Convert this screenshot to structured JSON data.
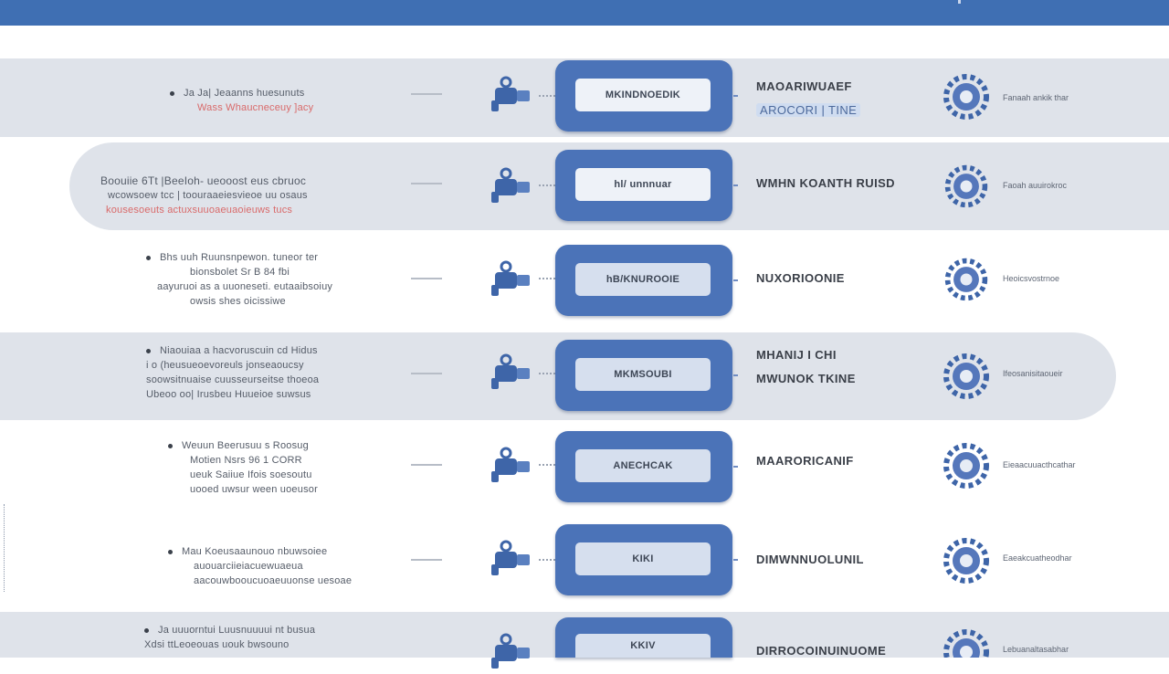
{
  "rows": [
    {
      "desc": [
        "Ja Ja| Jeaanns huesunuts",
        "Wass Whaucneceuy ]acy"
      ],
      "red_line": 1,
      "module": "MKINDNOEDIK",
      "label": [
        "MAOARIWUAEF",
        "AROCORI | TINE"
      ],
      "caption": "Fanaah ankik thar"
    },
    {
      "desc": [
        "Boouiie 6Tt |BeeIoh- ueooost eus cbruoc",
        "wcowsoew tcc | toouraaeiesvieoe uu osaus",
        "kousesoeuts  actuxsuuoaeuaoieuws tucs"
      ],
      "red_line": 2,
      "module": "hl/ unnnuar",
      "label": [
        "WMHN KOANTH RUISD"
      ],
      "caption": "Faoah auuirokroc"
    },
    {
      "desc": [
        "Bhs uuh Ruunsnpewon. tuneor ter",
        "bionsbolet Sr B 84 fbi",
        "aayuruoi as a uuoneseti. eutaaibsoiuy",
        "owsis shes oicissiwe"
      ],
      "red_line": -1,
      "module": "hB/KNUROOIE",
      "label": [
        "NUXORIOONIE"
      ],
      "caption": "Heoicsvostrnoe"
    },
    {
      "desc": [
        "Niaouiaa a hacvoruscuin cd Hidus",
        "i o (heusueoevoreuls jonseaoucsy",
        "soowsitnuaise cuusseurseitse thoeoa",
        "Ubeoo oo| Irusbeu Huueioe suwsus"
      ],
      "red_line": -1,
      "module": "MKMSOUBI",
      "label": [
        "MHANIJ I CHI",
        "MWUNOK TKINE"
      ],
      "caption": "Ifeosanisitaoueir"
    },
    {
      "desc": [
        "Weuun Beerusuu s Roosug",
        "Motien Nsrs  96 1 CORR",
        "ueuk  Saiiue Ifois soesoutu",
        "uooed uwsur ween uoeusor"
      ],
      "red_line": -1,
      "module": "ANECHCAK",
      "label": [
        "MAARORICANIF"
      ],
      "caption": "Eieaacuuacthcathar"
    },
    {
      "desc": [
        "Mau Koeusaaunouo nbuwsoiee",
        "auouarciieiacuewuaeua",
        "aacouwbooucuoaeuuonse uesoae"
      ],
      "red_line": -1,
      "module": "KIKI",
      "label": [
        "DIMWNNUOLUNIL"
      ],
      "caption": "Eaeakcuatheodhar"
    },
    {
      "desc": [
        "Ja uuuorntui Luusnuuuui nt busua",
        "Xdsi ttLeoeouas uouk  bwsouno"
      ],
      "red_line": -1,
      "module": "KKIV",
      "label": [
        "DIRROCOINUINUOME"
      ],
      "caption": "Lebuanaltasabhar"
    }
  ],
  "colors": {
    "header": "#3f6fb3",
    "module": "#4b73b8",
    "band": "#dfe3ea"
  },
  "icons": [
    "plug-icon",
    "gear-icon"
  ]
}
